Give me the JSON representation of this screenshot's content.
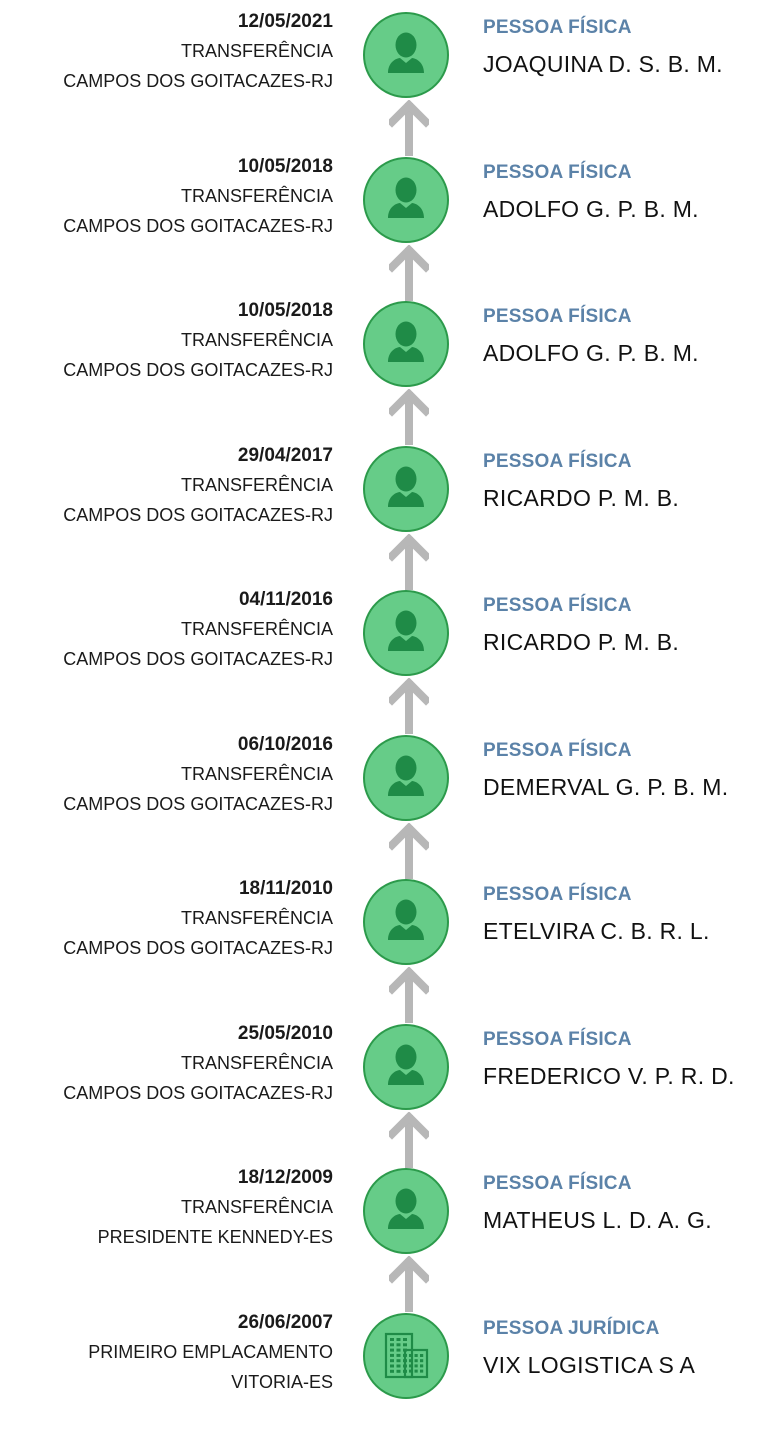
{
  "colors": {
    "node_fill": "#66cc88",
    "node_border": "#2c9a4b",
    "icon": "#1f8b47",
    "connector": "#b7b7b7",
    "type_label": "#5b82a8",
    "text": "#111111"
  },
  "timeline": [
    {
      "date": "12/05/2021",
      "event": "TRANSFERÊNCIA",
      "city": "CAMPOS DOS GOITACAZES-RJ",
      "type": "PESSOA FÍSICA",
      "name": "JOAQUINA D. S. B. M.",
      "icon": "person-icon"
    },
    {
      "date": "10/05/2018",
      "event": "TRANSFERÊNCIA",
      "city": "CAMPOS DOS GOITACAZES-RJ",
      "type": "PESSOA FÍSICA",
      "name": "ADOLFO G. P. B. M.",
      "icon": "person-icon"
    },
    {
      "date": "10/05/2018",
      "event": "TRANSFERÊNCIA",
      "city": "CAMPOS DOS GOITACAZES-RJ",
      "type": "PESSOA FÍSICA",
      "name": "ADOLFO G. P. B. M.",
      "icon": "person-icon"
    },
    {
      "date": "29/04/2017",
      "event": "TRANSFERÊNCIA",
      "city": "CAMPOS DOS GOITACAZES-RJ",
      "type": "PESSOA FÍSICA",
      "name": "RICARDO P. M. B.",
      "icon": "person-icon"
    },
    {
      "date": "04/11/2016",
      "event": "TRANSFERÊNCIA",
      "city": "CAMPOS DOS GOITACAZES-RJ",
      "type": "PESSOA FÍSICA",
      "name": "RICARDO P. M. B.",
      "icon": "person-icon"
    },
    {
      "date": "06/10/2016",
      "event": "TRANSFERÊNCIA",
      "city": "CAMPOS DOS GOITACAZES-RJ",
      "type": "PESSOA FÍSICA",
      "name": "DEMERVAL G. P. B. M.",
      "icon": "person-icon"
    },
    {
      "date": "18/11/2010",
      "event": "TRANSFERÊNCIA",
      "city": "CAMPOS DOS GOITACAZES-RJ",
      "type": "PESSOA FÍSICA",
      "name": "ETELVIRA C. B. R. L.",
      "icon": "person-icon"
    },
    {
      "date": "25/05/2010",
      "event": "TRANSFERÊNCIA",
      "city": "CAMPOS DOS GOITACAZES-RJ",
      "type": "PESSOA FÍSICA",
      "name": "FREDERICO V. P. R. D.",
      "icon": "person-icon"
    },
    {
      "date": "18/12/2009",
      "event": "TRANSFERÊNCIA",
      "city": "PRESIDENTE KENNEDY-ES",
      "type": "PESSOA FÍSICA",
      "name": "MATHEUS L. D. A. G.",
      "icon": "person-icon"
    },
    {
      "date": "26/06/2007",
      "event": "PRIMEIRO EMPLACAMENTO",
      "city": "VITORIA-ES",
      "type": "PESSOA JURÍDICA",
      "name": "VIX LOGISTICA S A",
      "icon": "building-icon"
    }
  ]
}
